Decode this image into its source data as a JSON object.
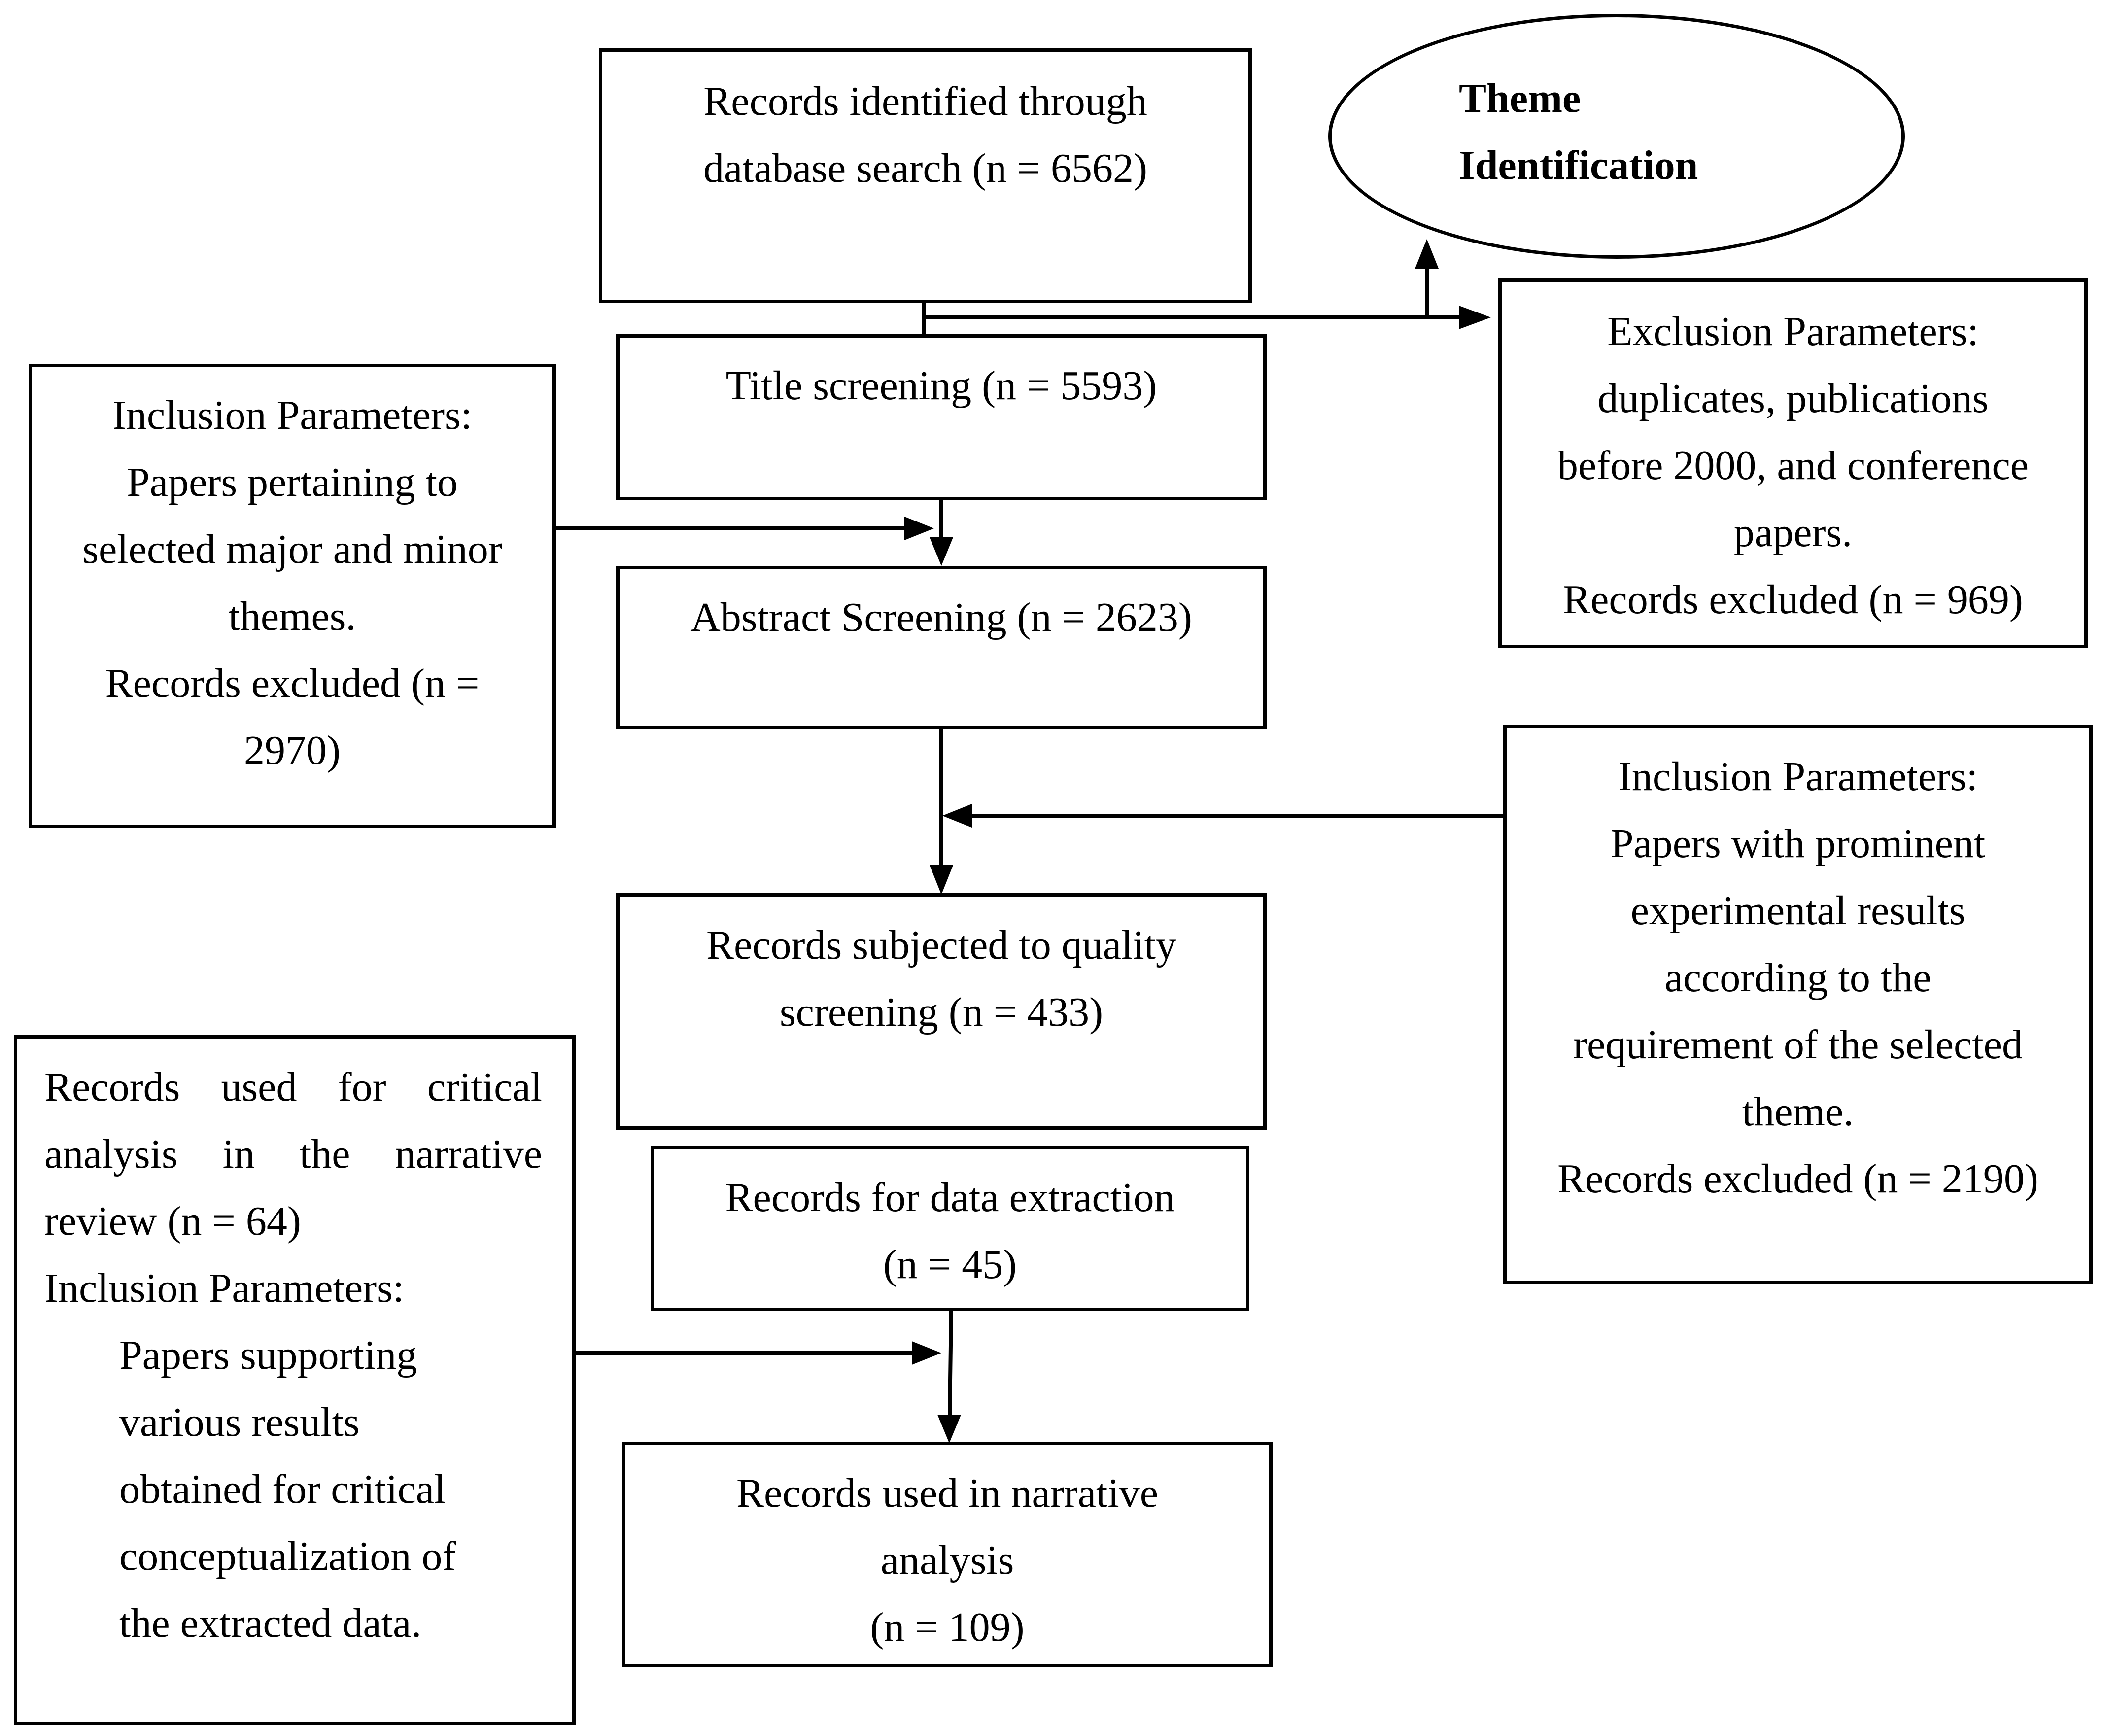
{
  "nodes": {
    "identified": [
      "Records identified through",
      "database search (n = 6562)"
    ],
    "title_screening": [
      "Title screening (n = 5593)"
    ],
    "abstract_screening": [
      "Abstract Screening (n = 2623)"
    ],
    "quality_screening": [
      "Records subjected to quality",
      "screening (n = 433)"
    ],
    "data_extraction": [
      "Records for data extraction",
      "(n = 45)"
    ],
    "narrative_analysis": [
      "Records used in narrative",
      "analysis",
      "(n = 109)"
    ],
    "theme_identification": [
      "Theme",
      "Identification"
    ],
    "exclusion_1": [
      "Exclusion Parameters:",
      "duplicates, publications",
      "before 2000, and conference",
      "papers.",
      "Records excluded (n = 969)"
    ],
    "inclusion_1": [
      "Inclusion Parameters:",
      "Papers pertaining to",
      "selected major and minor",
      "themes.",
      "Records excluded (n =",
      "2970)"
    ],
    "inclusion_2": [
      "Inclusion Parameters:",
      "Papers with prominent",
      "experimental results",
      "according to the",
      "requirement of the selected",
      "theme.",
      "Records excluded (n = 2190)"
    ],
    "critical_analysis": {
      "justified": [
        "Records used for critical",
        "analysis in the narrative"
      ],
      "plain": [
        "review (n = 64)",
        "Inclusion Parameters:"
      ],
      "indented": [
        "Papers supporting",
        "various results",
        "obtained for critical",
        "conceptualization of",
        "the extracted data."
      ]
    }
  }
}
